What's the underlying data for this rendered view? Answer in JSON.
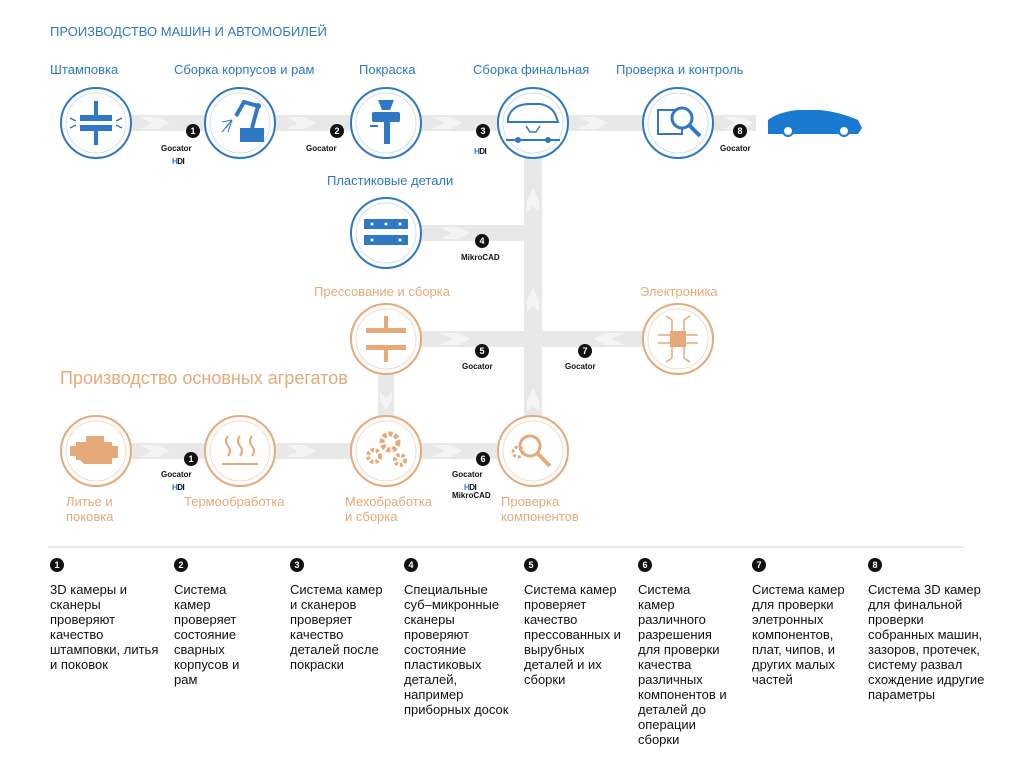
{
  "title": "ПРОИЗВОДСТВО МАШИН И АВТОМОБИЛЕЙ",
  "section_title": "Производство основных агрегатов",
  "colors": {
    "blue": "#2f78c4",
    "orange": "#e5a97a",
    "arrow": "#e6e6e6",
    "badge": "#111111"
  },
  "stages": {
    "stamping": "Штамповка",
    "body_assembly": "Сборка корпусов и рам",
    "painting": "Покраска",
    "final_assembly": "Сборка финальная",
    "inspection": "Проверка и контроль",
    "plastic": "Пластиковые детали",
    "pressing": "Прессование и сборка",
    "electronics": "Электроника",
    "casting_l1": "Литье и",
    "casting_l2": "поковка",
    "heat": "Термообработка",
    "machining_l1": "Мехобработка",
    "machining_l2": "и сборка",
    "components_l1": "Проверка",
    "components_l2": "компонентов"
  },
  "products": {
    "gocator": "Gocator",
    "hdi_h": "H",
    "hdi_di": "DI",
    "mikrocad": "MikroCAD"
  },
  "badges": [
    "1",
    "2",
    "3",
    "4",
    "5",
    "6",
    "7",
    "8"
  ],
  "icons": [
    "stamping-icon",
    "robot-welding-icon",
    "spray-gun-icon",
    "car-assembly-icon",
    "magnifier-inspection-icon",
    "car-icon",
    "plastic-panel-icon",
    "press-icon",
    "chip-icon",
    "engine-icon",
    "heat-icon",
    "gears-icon",
    "gear-magnifier-icon"
  ],
  "legend": [
    {
      "num": "1",
      "text": "3D камеры и сканеры проверяют качество штамповки, литья и поковок"
    },
    {
      "num": "2",
      "text": "Система камер проверяет состояние сварных корпусов и рам"
    },
    {
      "num": "3",
      "text": "Система камер и сканеров проверяет качество деталей после покраски"
    },
    {
      "num": "4",
      "text": "Специальные суб–микронные сканеры проверяют состояние пластиковых деталей, например приборных досок"
    },
    {
      "num": "5",
      "text": "Система камер проверяет качество прессованных и вырубных деталей и их сборки"
    },
    {
      "num": "6",
      "text": "Система камер различного разрешения для проверки качества различных компонентов и деталей до операции сборки"
    },
    {
      "num": "7",
      "text": "Система камер для проверки элетронных компонентов, плат, чипов, и других малых частей"
    },
    {
      "num": "8",
      "text": "Система 3D камер для финальной проверки собранных машин, зазоров, протечек, систему развал схождение идругие параметры"
    }
  ]
}
